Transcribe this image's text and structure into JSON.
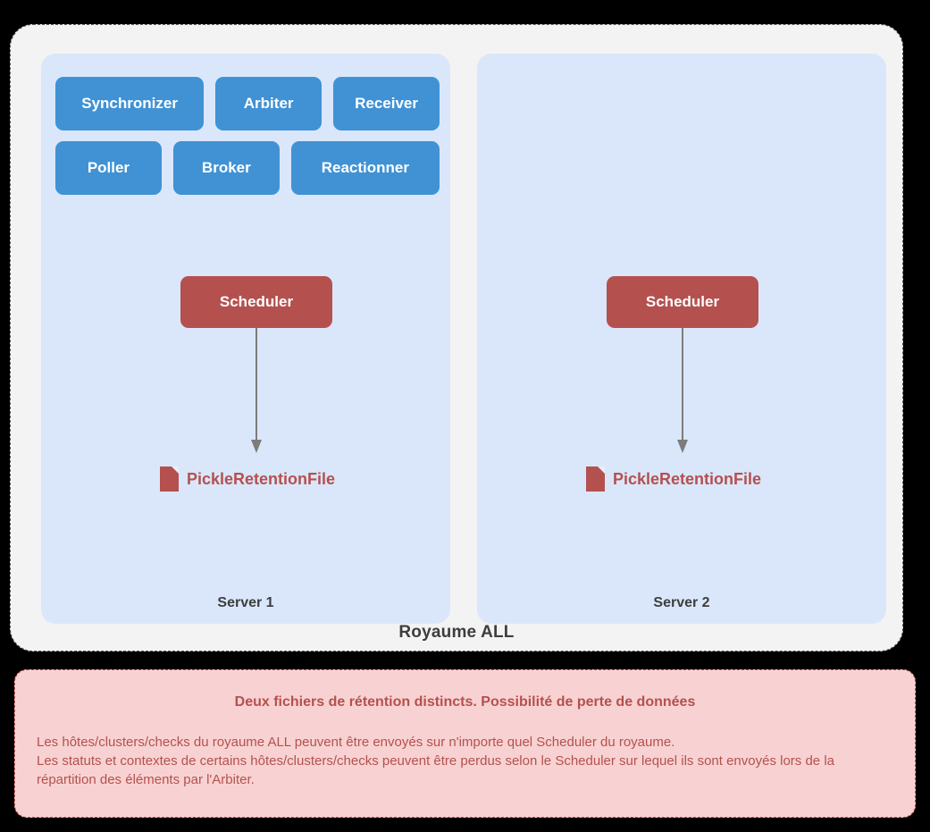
{
  "realm": {
    "label": "Royaume ALL",
    "colors": {
      "container_bg": "#f4f3f3",
      "container_border": "#5a5a5a",
      "panel_bg": "#dae7fb",
      "daemon_blue": "#4092d4",
      "scheduler_red": "#b4514e",
      "arrow_gray": "#7c7c7c",
      "warning_bg": "#f8d2d2",
      "warning_border": "#c0504d"
    }
  },
  "servers": [
    {
      "label": "Server 1",
      "daemon_rows": [
        [
          {
            "label": "Synchronizer",
            "size": "w-sync"
          },
          {
            "label": "Arbiter",
            "size": "w-arb"
          },
          {
            "label": "Receiver",
            "size": "w-recv"
          }
        ],
        [
          {
            "label": "Poller",
            "size": "w-poll"
          },
          {
            "label": "Broker",
            "size": "w-brok"
          },
          {
            "label": "Reactionner",
            "size": "w-react"
          }
        ]
      ],
      "scheduler": "Scheduler",
      "retention_file": "PickleRetentionFile"
    },
    {
      "label": "Server 2",
      "daemon_rows": [],
      "scheduler": "Scheduler",
      "retention_file": "PickleRetentionFile"
    }
  ],
  "warning": {
    "title": "Deux fichiers de rétention distincts. Possibilité de perte de données",
    "line1": "Les hôtes/clusters/checks du royaume ALL peuvent être envoyés sur n'importe quel Scheduler du royaume.",
    "line2": "Les statuts et contextes de certains hôtes/clusters/checks peuvent être perdus selon le Scheduler sur lequel ils sont envoyés lors de la répartition des éléments par l'Arbiter."
  }
}
